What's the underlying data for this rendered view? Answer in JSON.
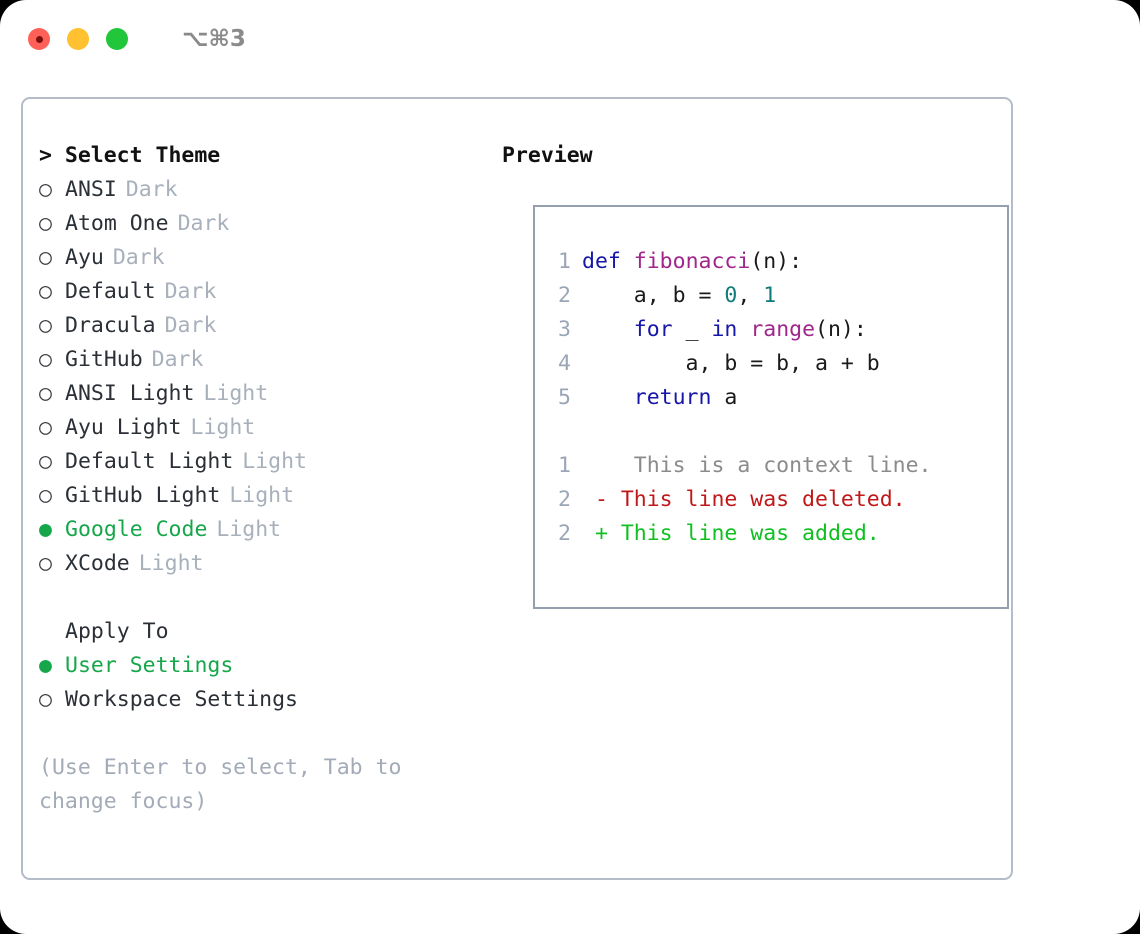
{
  "window": {
    "shortcut": "⌥⌘3",
    "traffic_lights": [
      "close-button",
      "minimize-button",
      "maximize-button"
    ],
    "colors": {
      "close": "#ff6159",
      "minimize": "#ffc12f",
      "maximize": "#22c63a",
      "accent_green": "#16a74a",
      "panel_border": "#b4bcc9",
      "preview_border": "#94a0b0",
      "muted": "#a8b0bb"
    }
  },
  "theme_picker": {
    "header": "> Select Theme",
    "bullet_selected": "●",
    "bullet_unselected": "○",
    "items": [
      {
        "name": "ANSI",
        "badge": "Dark",
        "selected": false
      },
      {
        "name": "Atom One",
        "badge": "Dark",
        "selected": false
      },
      {
        "name": "Ayu",
        "badge": "Dark",
        "selected": false
      },
      {
        "name": "Default",
        "badge": "Dark",
        "selected": false
      },
      {
        "name": "Dracula",
        "badge": "Dark",
        "selected": false
      },
      {
        "name": "GitHub",
        "badge": "Dark",
        "selected": false
      },
      {
        "name": "ANSI Light",
        "badge": "Light",
        "selected": false
      },
      {
        "name": "Ayu Light",
        "badge": "Light",
        "selected": false
      },
      {
        "name": "Default Light",
        "badge": "Light",
        "selected": false
      },
      {
        "name": "GitHub Light",
        "badge": "Light",
        "selected": false
      },
      {
        "name": "Google Code",
        "badge": "Light",
        "selected": true
      },
      {
        "name": "XCode",
        "badge": "Light",
        "selected": false
      }
    ]
  },
  "apply_to": {
    "header": "Apply To",
    "items": [
      {
        "name": "User Settings",
        "selected": true
      },
      {
        "name": "Workspace Settings",
        "selected": false
      }
    ]
  },
  "hint": "(Use Enter to select, Tab to change focus)",
  "preview": {
    "header": "Preview",
    "code_lines": [
      {
        "num": "1",
        "tokens": [
          {
            "t": "def",
            "c": "kw"
          },
          {
            "t": " ",
            "c": "pl"
          },
          {
            "t": "fibonacci",
            "c": "fn"
          },
          {
            "t": "(n):",
            "c": "pl"
          }
        ]
      },
      {
        "num": "2",
        "tokens": [
          {
            "t": "    a, b = ",
            "c": "pl"
          },
          {
            "t": "0",
            "c": "num"
          },
          {
            "t": ", ",
            "c": "pl"
          },
          {
            "t": "1",
            "c": "num"
          }
        ]
      },
      {
        "num": "3",
        "tokens": [
          {
            "t": "    ",
            "c": "pl"
          },
          {
            "t": "for",
            "c": "kw"
          },
          {
            "t": " _ ",
            "c": "pl"
          },
          {
            "t": "in",
            "c": "kw"
          },
          {
            "t": " ",
            "c": "pl"
          },
          {
            "t": "range",
            "c": "fn"
          },
          {
            "t": "(n):",
            "c": "pl"
          }
        ]
      },
      {
        "num": "4",
        "tokens": [
          {
            "t": "        a, b = b, a + b",
            "c": "pl"
          }
        ]
      },
      {
        "num": "5",
        "tokens": [
          {
            "t": "    ",
            "c": "pl"
          },
          {
            "t": "return",
            "c": "kw"
          },
          {
            "t": " a",
            "c": "pl"
          }
        ]
      }
    ],
    "diff_lines": [
      {
        "num": "1",
        "marker": " ",
        "text": "  This is a context line.",
        "kind": "ctx"
      },
      {
        "num": "2",
        "marker": "-",
        "text": " This line was deleted.",
        "kind": "del"
      },
      {
        "num": "2",
        "marker": "+",
        "text": " This line was added.",
        "kind": "add"
      }
    ]
  }
}
